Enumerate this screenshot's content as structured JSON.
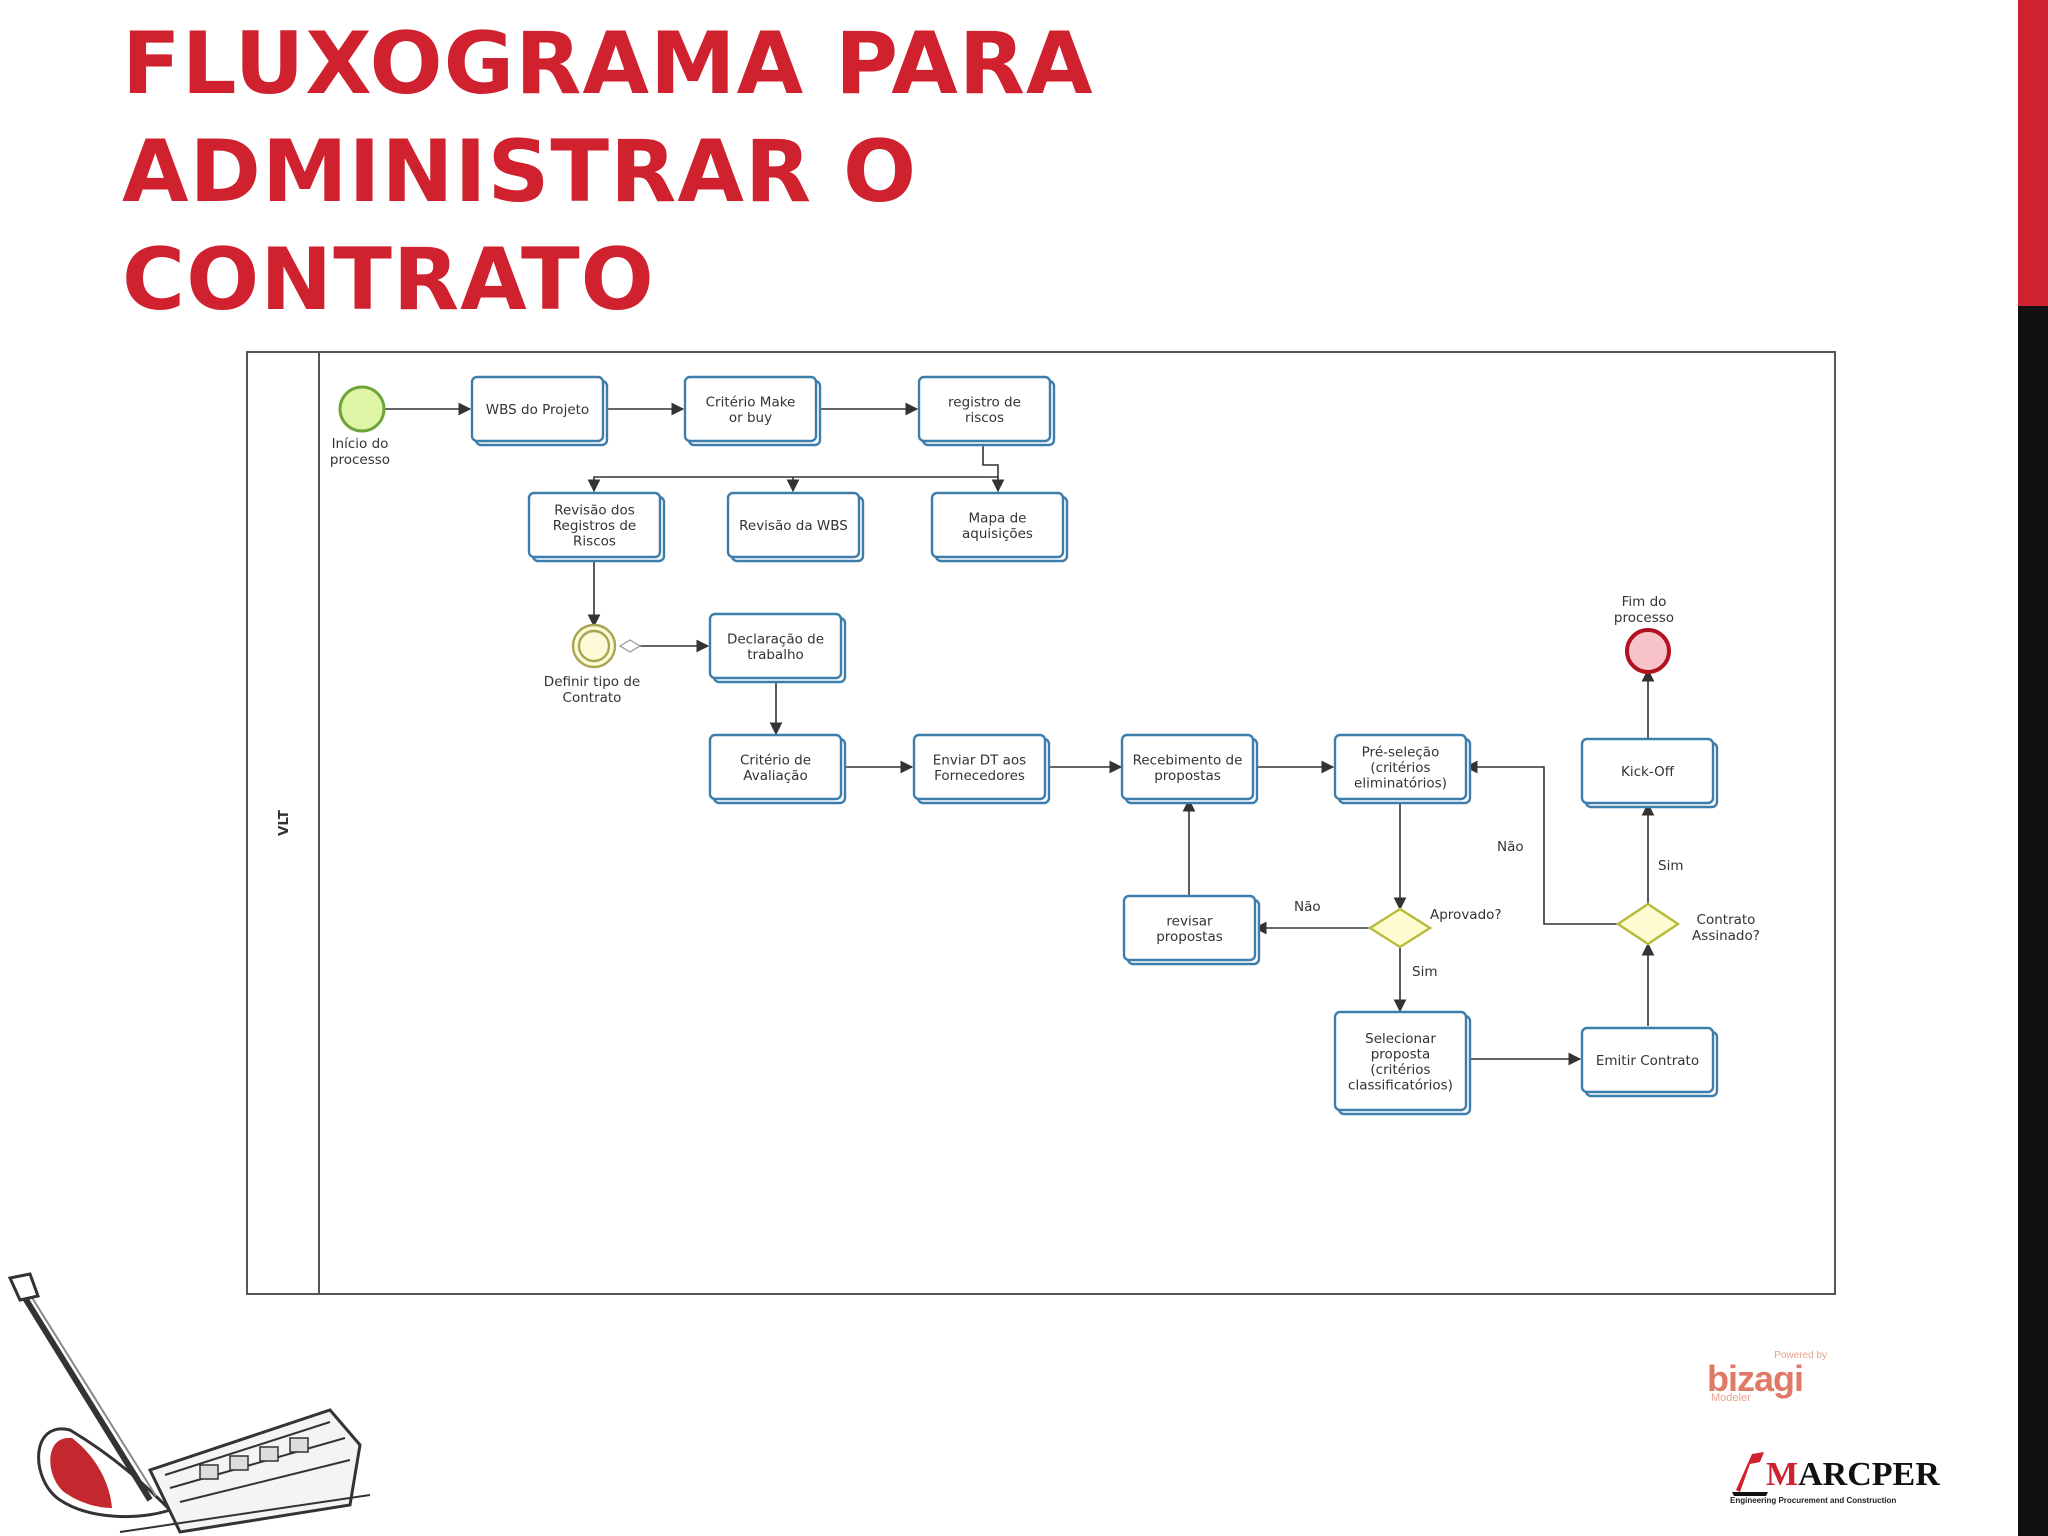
{
  "slide": {
    "title_lines": [
      "FLUXOGRAMA PARA",
      "ADMINISTRAR O",
      "CONTRATO"
    ]
  },
  "diagram": {
    "lane_label": "VLT",
    "events": {
      "start": "Início do processo",
      "intermediate": "Definir tipo de Contrato",
      "end": "Fim do processo"
    },
    "tasks": {
      "wbs": "WBS do Projeto",
      "make_buy": "Critério Make or buy",
      "riscos": "registro de riscos",
      "rev_riscos": "Revisão dos Registros de Riscos",
      "rev_wbs": "Revisão da WBS",
      "mapa": "Mapa de aquisições",
      "declaracao": "Declaração de trabalho",
      "criterio_aval": "Critério de Avaliação",
      "enviar_dt": "Enviar DT aos Fornecedores",
      "recebimento": "Recebimento de propostas",
      "pre_selecao": "Pré-seleção (critérios eliminatórios)",
      "revisar": "revisar propostas",
      "selecionar": "Selecionar proposta (critérios classificatórios)",
      "emitir": "Emitir Contrato",
      "kickoff": "Kick-Off"
    },
    "gateways": {
      "aprovado": "Aprovado?",
      "assinado": "Contrato Assinado?"
    },
    "flow_labels": {
      "nao_aprovado": "Não",
      "sim_aprovado": "Sim",
      "nao_assinado": "Não",
      "sim_assinado": "Sim"
    }
  },
  "footer": {
    "bizagi_small": "Powered by",
    "bizagi_big": "bizagi",
    "bizagi_modeler": "Modeler",
    "marcper_name_a": "M",
    "marcper_name_b": "ARCPER",
    "marcper_tagline": "Engineering Procurement and Construction"
  },
  "colors": {
    "title": "#d0212e",
    "task_stroke": "#3d7dac",
    "start_fill": "#dff5a6",
    "start_stroke": "#6fa43a",
    "end_fill": "#f7c2c8",
    "end_stroke": "#b0121f",
    "gateway_fill": "#fdfcd0",
    "gateway_stroke": "#b8ba3c"
  }
}
